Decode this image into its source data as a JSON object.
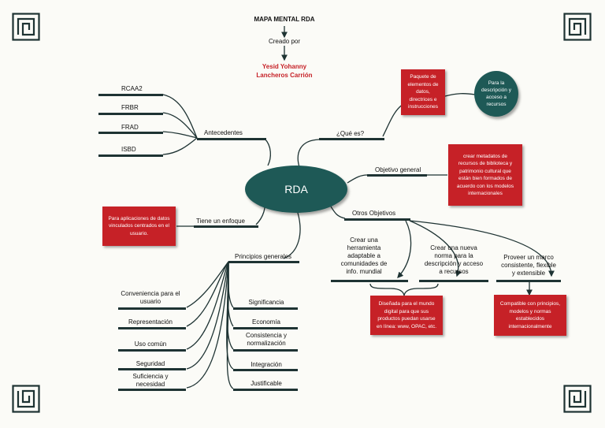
{
  "header": {
    "title": "MAPA MENTAL RDA",
    "created_by_label": "Creado por",
    "author_line1": "Yesid Yohanny",
    "author_line2": "Lancheros Carrión"
  },
  "center": {
    "label": "RDA"
  },
  "antecedentes": {
    "label": "Antecedentes",
    "items": [
      "RCAA2",
      "FRBR",
      "FRAD",
      "ISBD"
    ]
  },
  "que_es": {
    "label": "¿Qué es?",
    "box_lines": [
      "Paquete de",
      "elementos de",
      "datos,",
      "directrices e",
      "instrucciones"
    ],
    "bubble_lines": [
      "Para la",
      "descripción y",
      "acceso a",
      "recursos"
    ]
  },
  "objetivo_general": {
    "label": "Objetivo general",
    "box_lines": [
      "crear metadatos de",
      "recursos de biblioteca y",
      "patrimonio cultural que",
      "están bien formados de",
      "acuerdo con los modelos",
      "internacionales"
    ]
  },
  "enfoque": {
    "label": "Tiene un enfoque",
    "box_lines": [
      "Para aplicaciones de datos",
      "vinculados centrados en el",
      "usuario."
    ]
  },
  "otros_objetivos": {
    "label": "Otros Objetivos",
    "items": [
      {
        "lines": [
          "Crear una",
          "herramienta",
          "adaptable a",
          "comunidades de",
          "info. mundial"
        ]
      },
      {
        "lines": [
          "Crear una nueva",
          "norma para la",
          "descripción y acceso",
          "a recursos"
        ]
      },
      {
        "lines": [
          "Proveer un marco",
          "consistente, flexible",
          "y extensible"
        ]
      }
    ],
    "box1_lines": [
      "Diseñada para el mundo",
      "digital para que sus",
      "productos puedan usarse",
      "en línea: www, OPAC, etc."
    ],
    "box2_lines": [
      "Compatible con principios,",
      "modelos y normas",
      "establecidos",
      "internacionalmente"
    ]
  },
  "principios": {
    "label": "Principios generales",
    "left": [
      {
        "lines": [
          "Conveniencia para el",
          "usuario"
        ]
      },
      {
        "lines": [
          "Representación"
        ]
      },
      {
        "lines": [
          "Uso común"
        ]
      },
      {
        "lines": [
          "Seguridad"
        ]
      },
      {
        "lines": [
          "Suficiencia y",
          "necesidad"
        ]
      }
    ],
    "right": [
      {
        "lines": [
          "Significancia"
        ]
      },
      {
        "lines": [
          "Economía"
        ]
      },
      {
        "lines": [
          "Consistencia y",
          "normalización"
        ]
      },
      {
        "lines": [
          "Integración"
        ]
      },
      {
        "lines": [
          "Justificable"
        ]
      }
    ]
  },
  "colors": {
    "ink": "#1e3333",
    "box_red": "#c62127",
    "ellipse_teal": "#1e5956",
    "author_red": "#c62127"
  }
}
